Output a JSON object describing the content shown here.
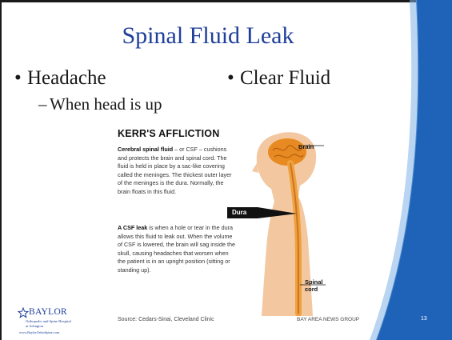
{
  "slide": {
    "title": "Spinal Fluid Leak",
    "bullets": {
      "left": "Headache",
      "right": "Clear Fluid",
      "sub": "When head is up"
    },
    "page_number": "13"
  },
  "infographic": {
    "title": "KERR'S AFFLICTION",
    "p1_bold": "Cerebral spinal fluid",
    "p1_rest": " – or CSF – cushions and protects the brain and spinal cord. The fluid is held in place by a sac-like covering called the meninges. The thickest outer layer of the meninges is the dura. Normally, the brain floats in this fluid.",
    "p2_bold": "A CSF leak",
    "p2_rest": " is when a hole or tear in the dura allows this fluid to leak out. When the volume of CSF is lowered, the brain will sag inside the skull, causing headaches that worsen when the patient is in an upright position (sitting or standing up).",
    "labels": {
      "brain": "Brain",
      "dura": "Dura",
      "spinal_line1": "Spinal",
      "spinal_line2": "cord"
    },
    "source": "Source: Cedars-Sinai, Cleveland Clinic",
    "credit": "BAY AREA NEWS GROUP"
  },
  "logo": {
    "name": "BAYLOR",
    "sub1": "Orthopedic and Spine Hospital",
    "sub2": "at Arlington",
    "sub3": "www.BaylorOrthoSpine.com"
  },
  "colors": {
    "title_blue": "#1f3f9a",
    "band_blue": "#1e63b8",
    "body_tone": "#f3c7a0",
    "brain_orange": "#e78a22",
    "spine_orange": "#f0a13a"
  }
}
